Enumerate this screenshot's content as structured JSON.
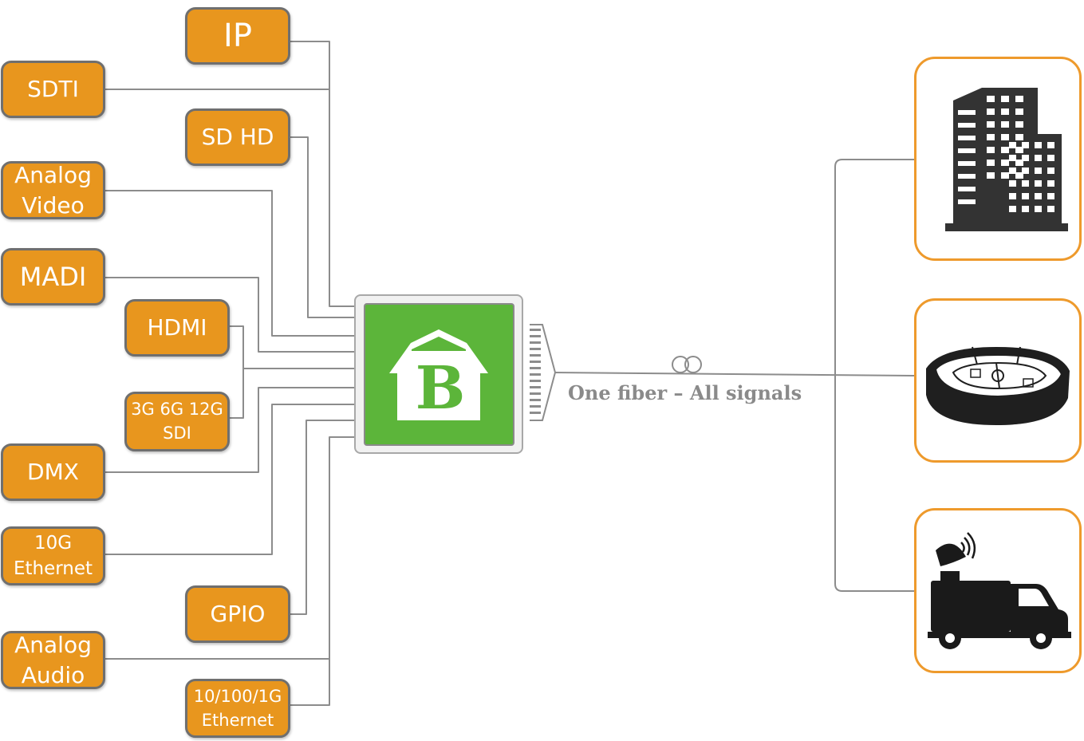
{
  "inputs": {
    "ip": "IP",
    "sdti": "SDTI",
    "sd_hd": "SD HD",
    "analog_video": [
      "Analog",
      "Video"
    ],
    "madi": "MADI",
    "hdmi": "HDMI",
    "sdi": [
      "3G 6G 12G",
      "SDI"
    ],
    "dmx": "DMX",
    "ethernet_10g": [
      "10G",
      "Ethernet"
    ],
    "gpio": "GPIO",
    "analog_audio": [
      "Analog",
      "Audio"
    ],
    "ethernet_1g": [
      "10/100/1G",
      "Ethernet"
    ]
  },
  "device": {
    "logo_letter": "B",
    "logo_icon": "barn-b-logo-icon"
  },
  "fiber": {
    "label": "One fiber – All signals",
    "icon": "fiber-loop-icon"
  },
  "destinations": [
    {
      "icon": "office-building-icon"
    },
    {
      "icon": "stadium-icon"
    },
    {
      "icon": "ob-van-satellite-truck-icon"
    }
  ],
  "colors": {
    "input_box": "#e8961e",
    "input_border": "#6f6f6f",
    "device_green": "#5cb53a",
    "dest_border": "#ee9a2c",
    "wire": "#8c8c8c",
    "icon": "#333333"
  }
}
